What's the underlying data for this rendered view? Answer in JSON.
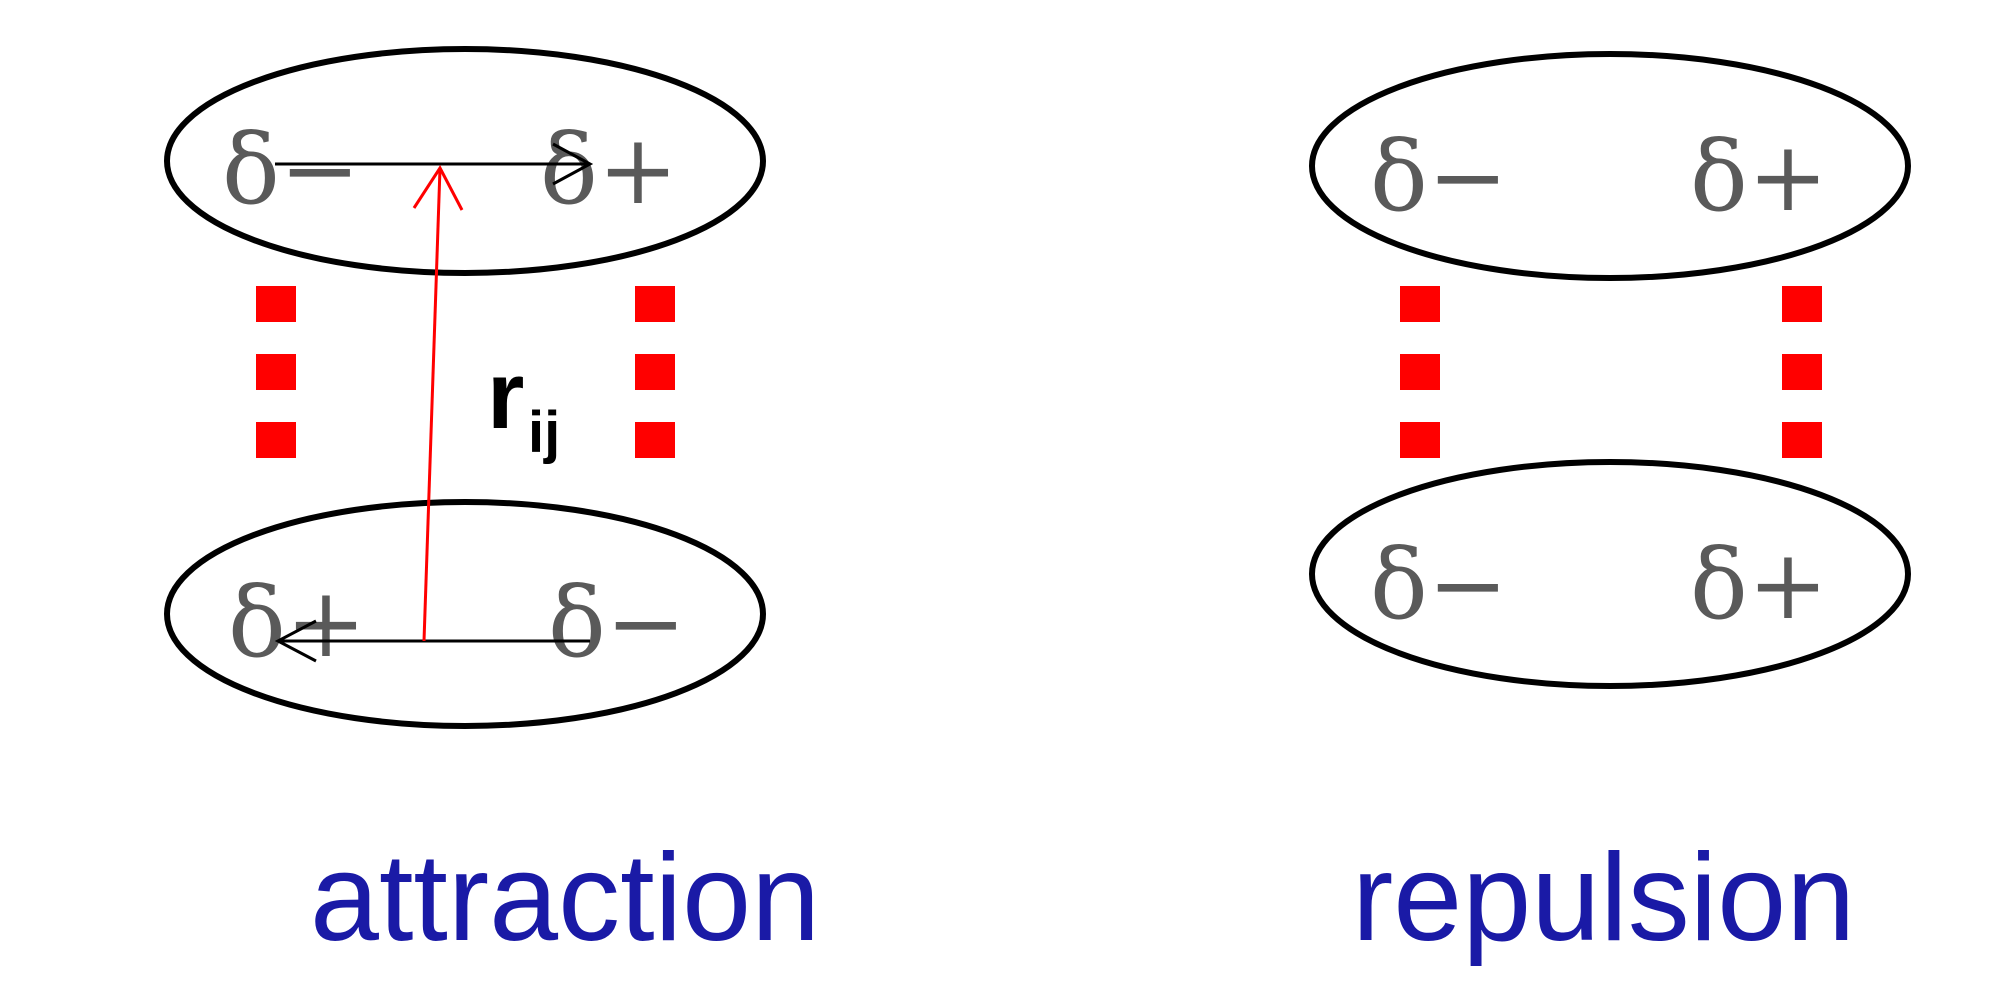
{
  "attraction": {
    "caption": "attraction",
    "top_molecule": {
      "left_charge": "δ−",
      "right_charge": "δ+"
    },
    "bottom_molecule": {
      "left_charge": "δ+",
      "right_charge": "δ−"
    },
    "distance_label": {
      "main": "r",
      "subscript": "ij"
    }
  },
  "repulsion": {
    "caption": "repulsion",
    "top_molecule": {
      "left_charge": "δ−",
      "right_charge": "δ+"
    },
    "bottom_molecule": {
      "left_charge": "δ−",
      "right_charge": "δ+"
    }
  },
  "colors": {
    "outline": "#000000",
    "charge_text": "#5a5a5a",
    "dashed_link": "#ff0000",
    "distance_vector": "#ff0000",
    "caption": "#1a1aa6"
  }
}
